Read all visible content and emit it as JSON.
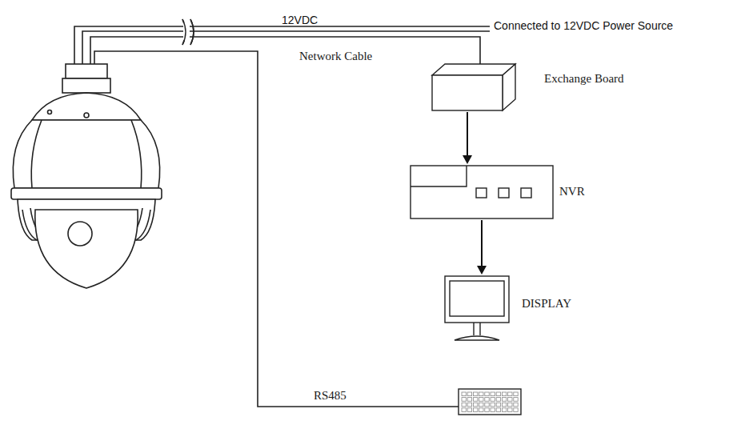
{
  "diagram": {
    "nodes": [
      {
        "text": [
          "Exchange Board"
        ]
      },
      {
        "text": [
          "NVR"
        ]
      },
      {
        "text": [
          "DISPLAY"
        ]
      }
    ],
    "edges": [
      {
        "from": 0,
        "to": 1,
        "arrow": "to"
      },
      {
        "from": 1,
        "to": 2,
        "arrow": "to"
      }
    ],
    "labels": [
      "12VDC",
      "Connected to 12VDC Power Source",
      "Network Cable",
      "RS485"
    ]
  }
}
